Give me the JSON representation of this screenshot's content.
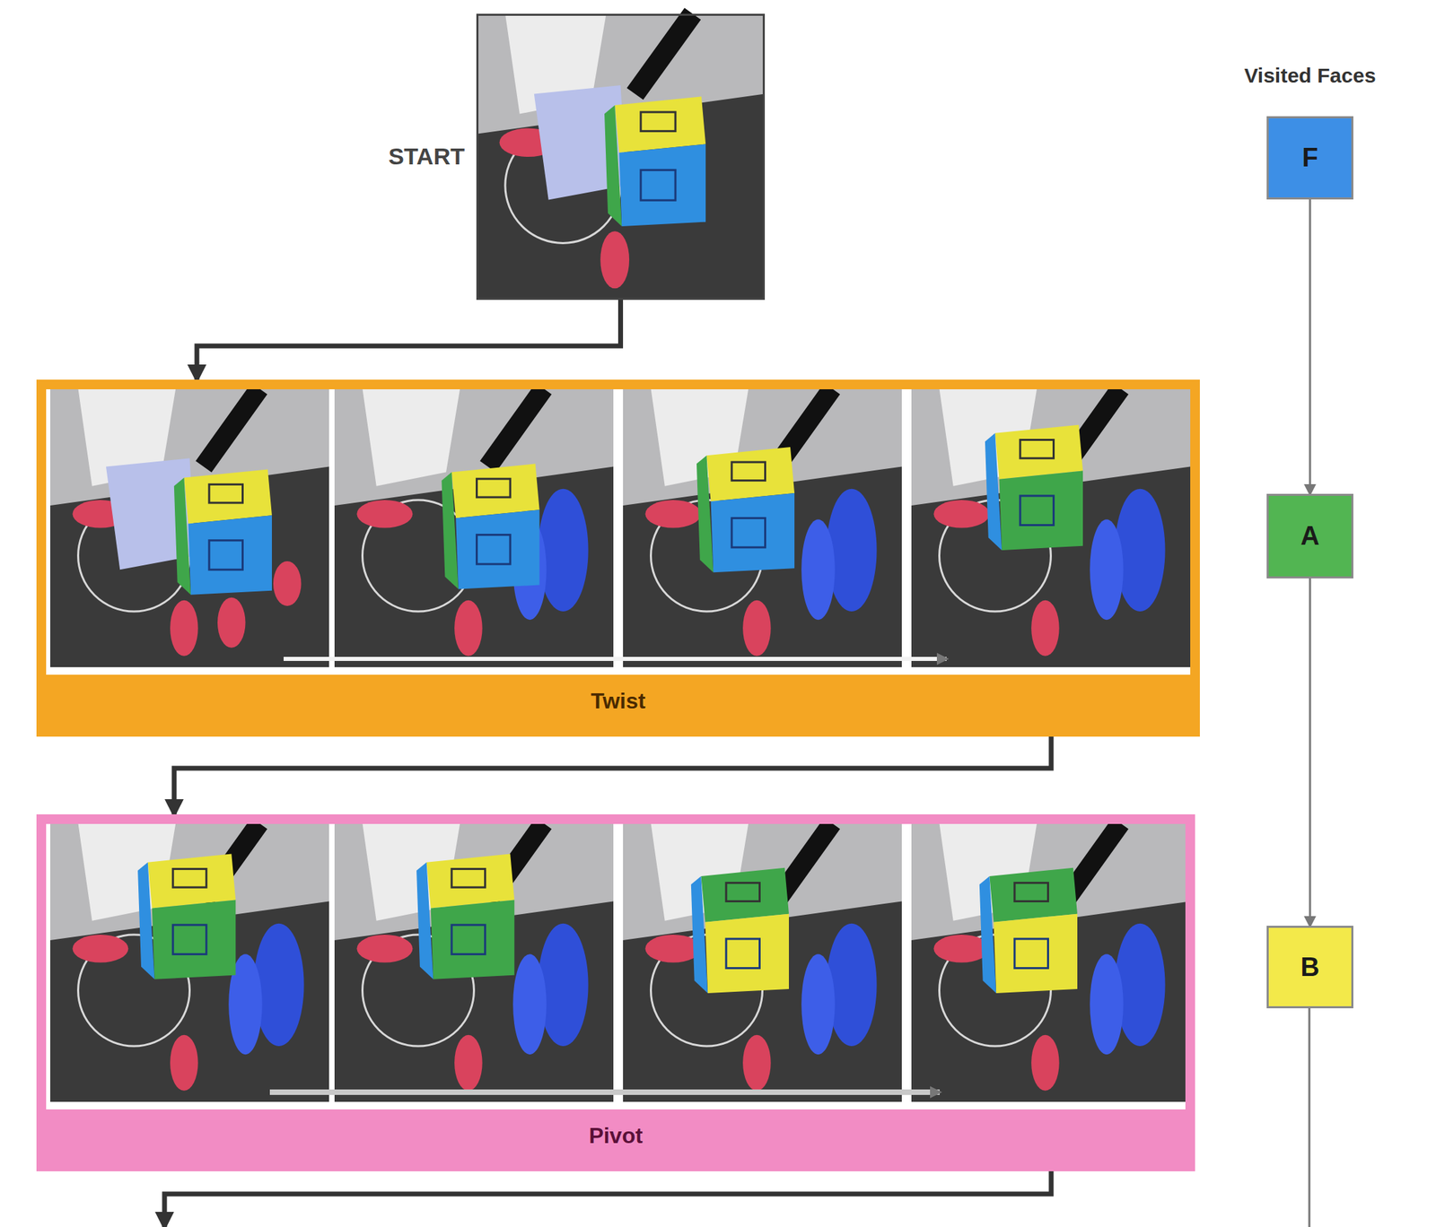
{
  "diagram": {
    "nodes": [
      {
        "text": [
          "START"
        ]
      },
      {
        "text": [
          "Twist"
        ]
      },
      {
        "text": [
          "Pivot"
        ]
      },
      {
        "text": [
          "F"
        ]
      },
      {
        "text": [
          "A"
        ]
      },
      {
        "text": [
          "B"
        ]
      }
    ],
    "edges": [
      {
        "from": 0,
        "to": 1,
        "arrow": "to"
      },
      {
        "from": 1,
        "to": 2,
        "arrow": "to"
      },
      {
        "from": 3,
        "to": 4,
        "arrow": "to"
      },
      {
        "from": 4,
        "to": 5,
        "arrow": "to"
      }
    ],
    "labels": [
      "Visited Faces"
    ]
  }
}
